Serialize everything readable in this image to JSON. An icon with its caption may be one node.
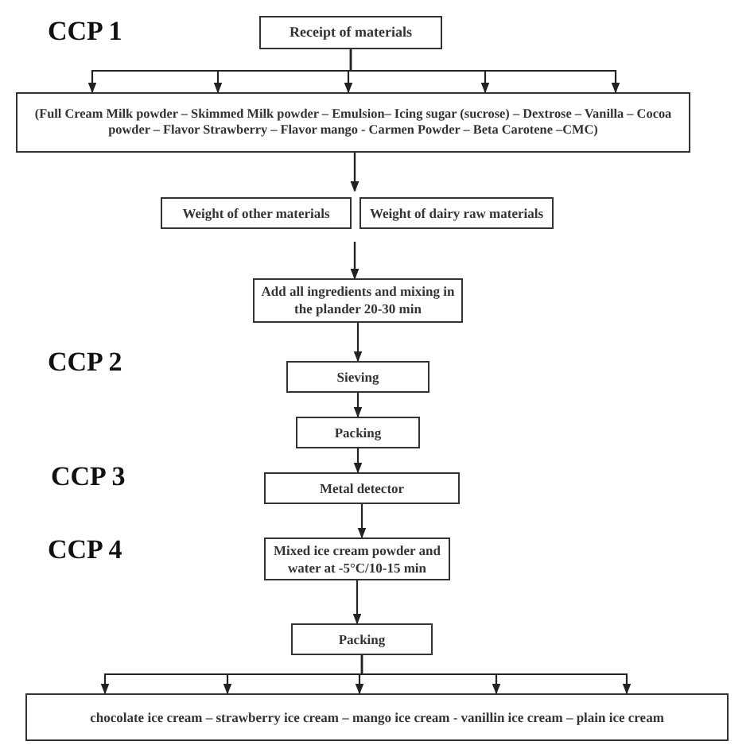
{
  "diagram": {
    "nodes": [
      {
        "text": [
          "Receipt of materials"
        ]
      },
      {
        "text": [
          "(Full Cream Milk powder – Skimmed Milk powder – Emulsion– Icing sugar (sucrose) – Dextrose – Vanilla – Cocoa powder – Flavor Strawberry – Flavor mango - Carmen Powder – Beta Carotene –CMC)"
        ]
      },
      {
        "text": [
          "Weight of other materials"
        ]
      },
      {
        "text": [
          "Weight of dairy raw materials"
        ]
      },
      {
        "text": [
          "Add all ingredients and mixing in the plander 20-30 min"
        ]
      },
      {
        "text": [
          "Sieving"
        ]
      },
      {
        "text": [
          "Packing"
        ]
      },
      {
        "text": [
          "Metal detector"
        ]
      },
      {
        "text": [
          "Mixed ice cream powder and water at -5°C/10-15 min"
        ]
      },
      {
        "text": [
          "Packing"
        ]
      },
      {
        "text": [
          "chocolate ice cream – strawberry ice cream – mango ice cream - vanillin ice cream – plain ice cream"
        ]
      }
    ],
    "edges": [
      {
        "from": 0,
        "to": 1,
        "arrow": "to"
      },
      {
        "from": 0,
        "to": 1,
        "arrow": "to"
      },
      {
        "from": 0,
        "to": 1,
        "arrow": "to"
      },
      {
        "from": 0,
        "to": 1,
        "arrow": "to"
      },
      {
        "from": 0,
        "to": 1,
        "arrow": "to"
      },
      {
        "from": 1,
        "to": 2,
        "arrow": "to"
      },
      {
        "from": 1,
        "to": 3,
        "arrow": "to"
      },
      {
        "from": 2,
        "to": 4,
        "arrow": "to"
      },
      {
        "from": 3,
        "to": 4,
        "arrow": "to"
      },
      {
        "from": 4,
        "to": 5,
        "arrow": "to"
      },
      {
        "from": 5,
        "to": 6,
        "arrow": "to"
      },
      {
        "from": 6,
        "to": 7,
        "arrow": "to"
      },
      {
        "from": 7,
        "to": 8,
        "arrow": "to"
      },
      {
        "from": 8,
        "to": 9,
        "arrow": "to"
      },
      {
        "from": 9,
        "to": 10,
        "arrow": "to"
      },
      {
        "from": 9,
        "to": 10,
        "arrow": "to"
      },
      {
        "from": 9,
        "to": 10,
        "arrow": "to"
      },
      {
        "from": 9,
        "to": 10,
        "arrow": "to"
      },
      {
        "from": 9,
        "to": 10,
        "arrow": "to"
      }
    ],
    "labels": [
      "CCP 1",
      "CCP 2",
      "CCP 3",
      "CCP 4"
    ]
  }
}
